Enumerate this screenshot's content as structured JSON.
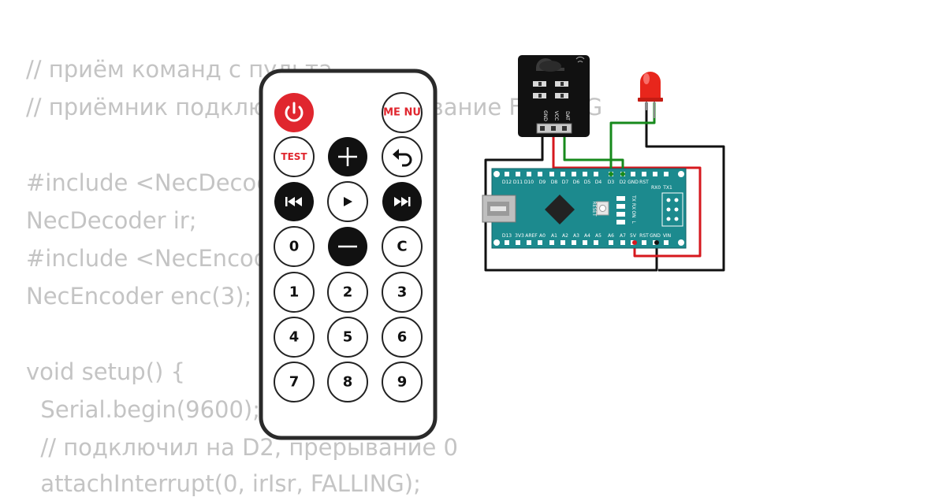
{
  "code_lines": [
    "// приём команд с пульта",
    "// приёмник подключил на прерывание FALLING",
    "",
    "#include <NecDecoder.h>",
    "NecDecoder ir;",
    "#include <NecEncoder.h>",
    "NecEncoder enc(3);",
    "",
    "void setup() {",
    "  Serial.begin(9600);",
    "  // подключил на D2, прерывание 0",
    "  attachInterrupt(0, irIsr, FALLING);"
  ],
  "remote": {
    "power_icon": "power-icon",
    "menu_label": "ME NU",
    "test_label": "TEST",
    "plus_icon": "plus-icon",
    "back_icon": "back-arrow-icon",
    "prev_icon": "rewind-icon",
    "play_icon": "play-icon",
    "next_icon": "fast-forward-icon",
    "zero_label": "0",
    "minus_icon": "minus-icon",
    "c_label": "C",
    "digits": [
      "1",
      "2",
      "3",
      "4",
      "5",
      "6",
      "7",
      "8",
      "9"
    ]
  },
  "ir_receiver": {
    "pins": [
      "GND",
      "VCC",
      "DAT"
    ]
  },
  "arduino": {
    "top_pins": [
      "D12",
      "D11",
      "D10",
      "D9",
      "D8",
      "D7",
      "D6",
      "D5",
      "D4",
      "D3",
      "D2",
      "GND",
      "RST",
      "RX0",
      "TX1"
    ],
    "bottom_pins": [
      "D13",
      "3V3",
      "AREF",
      "A0",
      "A1",
      "A2",
      "A3",
      "A4",
      "A5",
      "A6",
      "A7",
      "5V",
      "RST",
      "GND",
      "VIN"
    ],
    "reset_label": "RESET",
    "led_labels": [
      "TX",
      "RX",
      "ON",
      "L"
    ]
  },
  "colors": {
    "code_text": "#c4c4c4",
    "remote_red": "#e0262e",
    "board_teal": "#1c8a8e",
    "wire_black": "#111111",
    "wire_red": "#d6181e",
    "wire_green": "#178a1c",
    "led_red": "#e8261c"
  }
}
